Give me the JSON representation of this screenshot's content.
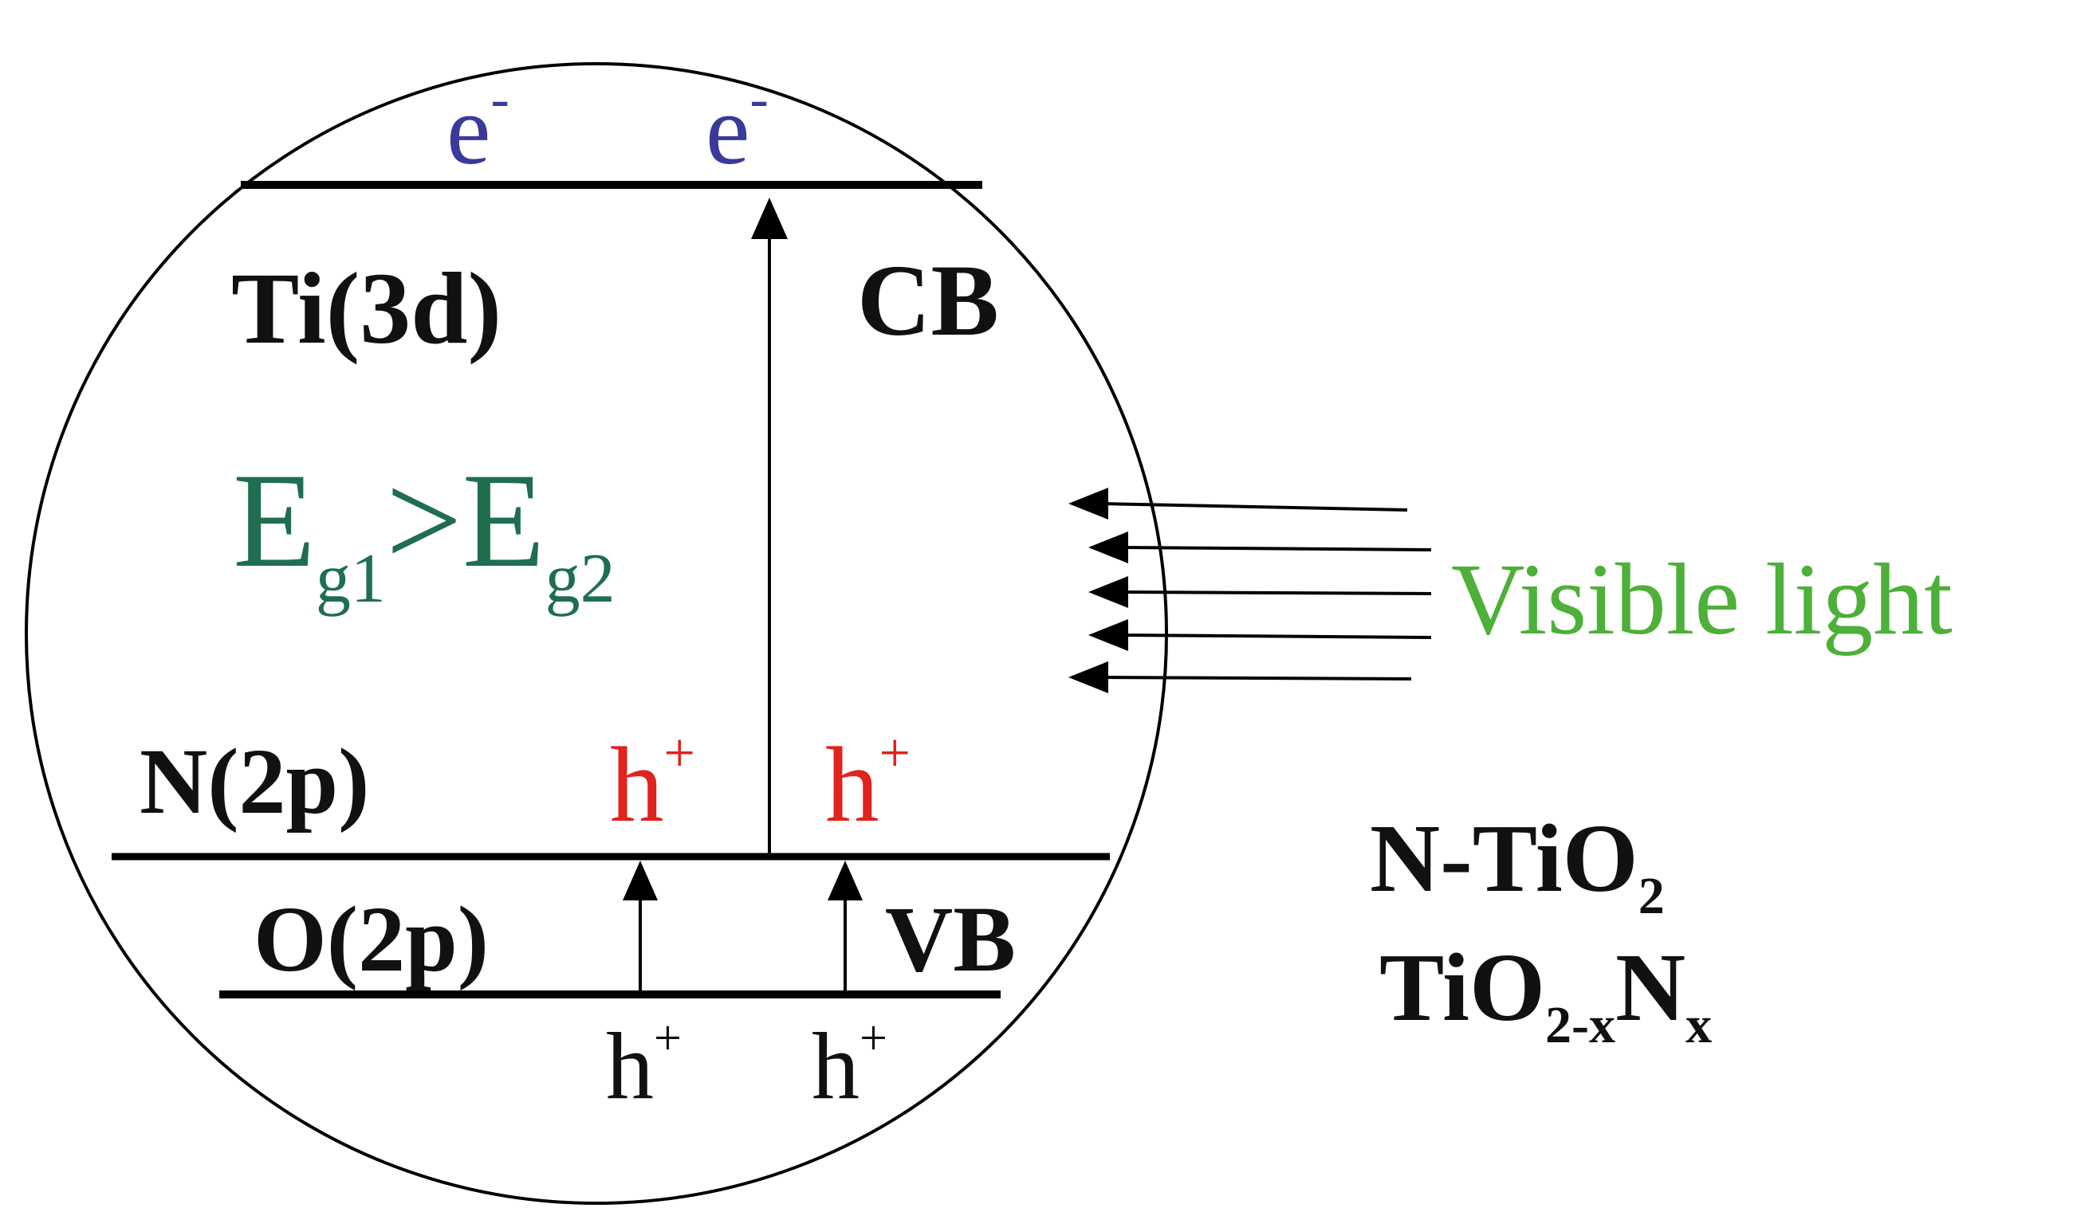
{
  "colors": {
    "line": "#000000",
    "electron": "#3a3a9a",
    "hole": "#e0231c",
    "gap": "#1f6e50",
    "light": "#4db038",
    "text": "#111111"
  },
  "levels": {
    "ti3d": "Ti(3d)",
    "cb": "CB",
    "n2p": "N(2p)",
    "o2p": "O(2p)",
    "vb": "VB"
  },
  "carriers": {
    "electron": {
      "base": "e",
      "sup": "-"
    },
    "hole": {
      "base": "h",
      "sup": "+"
    }
  },
  "gap_relation": {
    "e1": "E",
    "sub1": "g1",
    "op": ">",
    "e2": "E",
    "sub2": "g2"
  },
  "light_label": "Visible light",
  "formulas": {
    "f1": {
      "a": "N-TiO",
      "sub": "2"
    },
    "f2": {
      "a": "TiO",
      "sub1": "2-x",
      "b": "N",
      "sub2": "x"
    }
  }
}
